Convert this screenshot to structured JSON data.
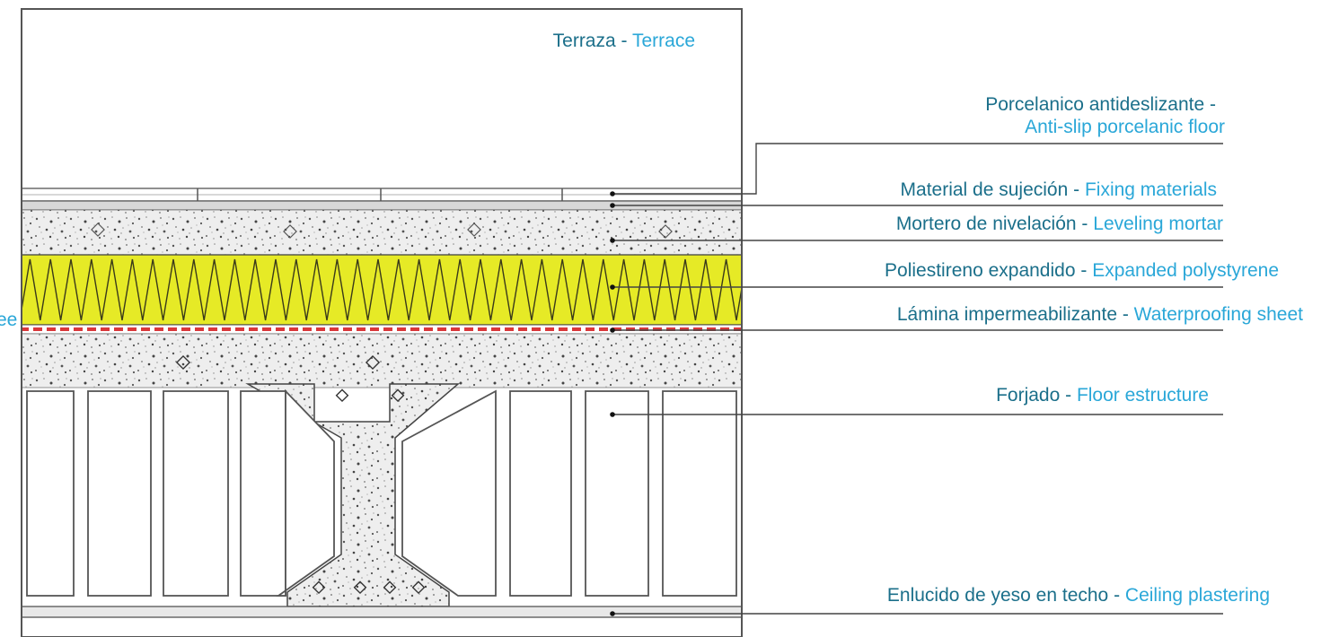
{
  "title": {
    "es": "Terraza",
    "sep": " - ",
    "en": "Terrace"
  },
  "left_fragment": "ee",
  "labels": [
    {
      "id": "porcelain",
      "es": "Porcelanico antideslizante -",
      "en": "Anti-slip porcelanic floor"
    },
    {
      "id": "fixing",
      "es": "Material de sujeción",
      "sep": " - ",
      "en": "Fixing materials"
    },
    {
      "id": "mortar",
      "es": "Mortero de nivelación",
      "sep": " - ",
      "en": "Leveling mortar"
    },
    {
      "id": "polystyrene",
      "es": "Poliestireno expandido",
      "sep": " - ",
      "en": "Expanded polystyrene"
    },
    {
      "id": "sheet",
      "es": "Lámina impermeabilizante",
      "sep": " - ",
      "en": "Waterproofing sheet"
    },
    {
      "id": "forjado",
      "es": "Forjado",
      "sep": " - ",
      "en": "Floor estructure"
    },
    {
      "id": "ceiling",
      "es": "Enlucido de yeso en techo",
      "sep": " - ",
      "en": "Ceiling plastering"
    }
  ],
  "colors": {
    "spanish_text": "#1b6f8a",
    "english_text": "#2aa7d8",
    "insulation": "#e6ea26",
    "waterproofing": "#d9383a",
    "line": "#4a4a4a"
  }
}
